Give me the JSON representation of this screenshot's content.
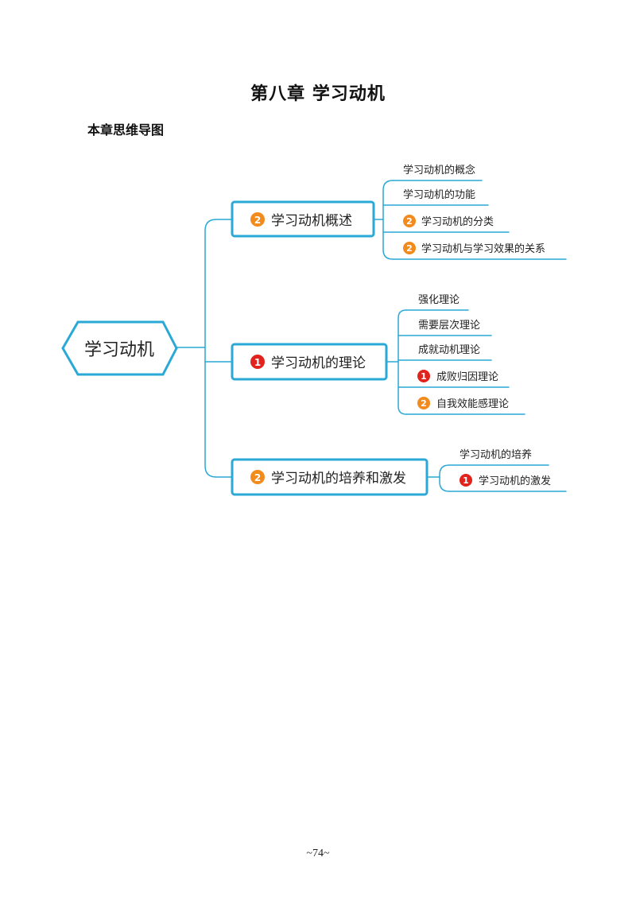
{
  "page": {
    "chapter_title": "第八章  学习动机",
    "section_heading": "本章思维导图",
    "page_number": "~74~"
  },
  "mindmap": {
    "root": "学习动机",
    "colors": {
      "line": "#2aa9d6",
      "badge_1": "#e0231c",
      "badge_2": "#f28a1c"
    },
    "branches": [
      {
        "label": "学习动机概述",
        "badge": "2",
        "children": [
          {
            "label": "学习动机的概念",
            "badge": ""
          },
          {
            "label": "学习动机的功能",
            "badge": ""
          },
          {
            "label": "学习动机的分类",
            "badge": "2"
          },
          {
            "label": "学习动机与学习效果的关系",
            "badge": "2"
          }
        ]
      },
      {
        "label": "学习动机的理论",
        "badge": "1",
        "children": [
          {
            "label": "强化理论",
            "badge": ""
          },
          {
            "label": "需要层次理论",
            "badge": ""
          },
          {
            "label": "成就动机理论",
            "badge": ""
          },
          {
            "label": "成败归因理论",
            "badge": "1"
          },
          {
            "label": "自我效能感理论",
            "badge": "2"
          }
        ]
      },
      {
        "label": "学习动机的培养和激发",
        "badge": "2",
        "children": [
          {
            "label": "学习动机的培养",
            "badge": ""
          },
          {
            "label": "学习动机的激发",
            "badge": "1"
          }
        ]
      }
    ]
  }
}
